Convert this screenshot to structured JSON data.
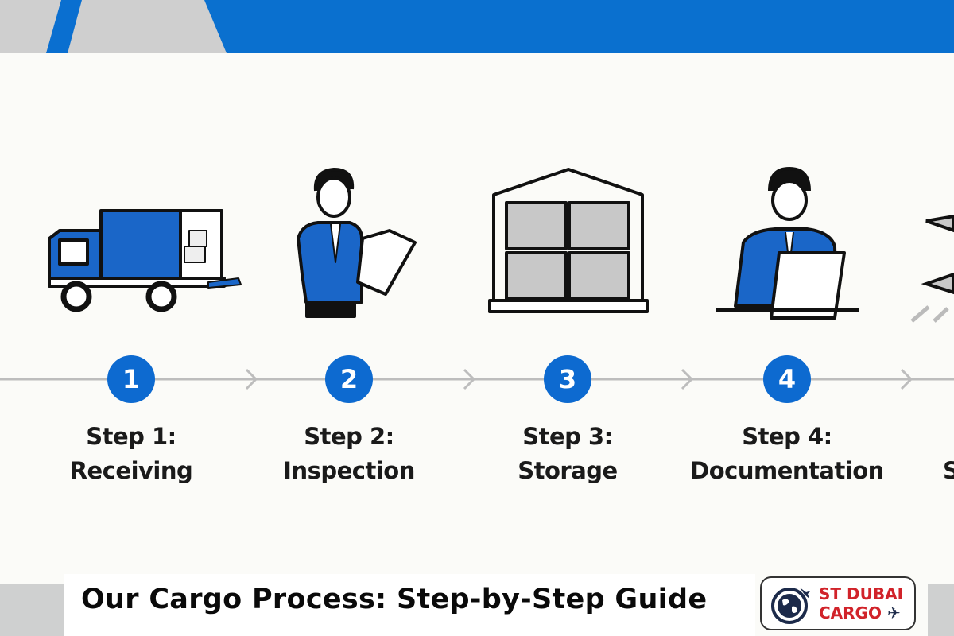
{
  "title": "Our Cargo Process: Step-by-Step Guide",
  "colors": {
    "accent_blue": "#0d6ad0",
    "band_grey": "#cfd0d0",
    "logo_red": "#d1232a",
    "logo_navy": "#1c2a4a"
  },
  "steps": [
    {
      "number": "1",
      "label": "Step 1:",
      "name": "Receiving",
      "icon": "delivery-truck-icon"
    },
    {
      "number": "2",
      "label": "Step 2:",
      "name": "Inspection",
      "icon": "inspector-clipboard-icon"
    },
    {
      "number": "3",
      "label": "Step 3:",
      "name": "Storage",
      "icon": "warehouse-boxes-icon"
    },
    {
      "number": "4",
      "label": "Step 4:",
      "name": "Documentation",
      "icon": "person-signing-document-icon"
    },
    {
      "label": "S",
      "icon": "airplane-icon"
    }
  ],
  "logo": {
    "line1": "ST DUBAI",
    "line2": "CARGO",
    "icon": "globe-airplane-icon"
  }
}
